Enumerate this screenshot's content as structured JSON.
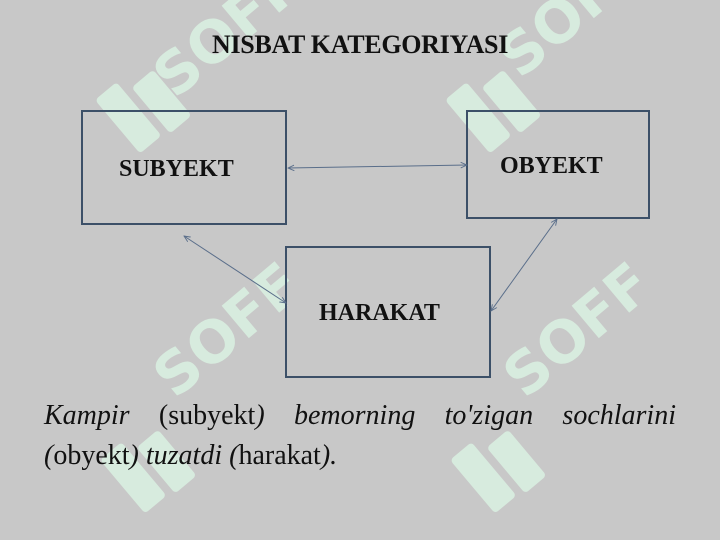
{
  "title": "NISBAT KATEGORIYASI",
  "boxes": {
    "subyekt": "SUBYEKT",
    "obyekt": "OBYEKT",
    "harakat": "HARAKAT"
  },
  "sentence": {
    "s1": "Kampir",
    "s2": " (subyekt",
    "s3": ") bemorning to'zigan sochlarini (",
    "s4": "obyekt",
    "s5": ") tuzatdi (",
    "s6": "harakat",
    "s7": ")."
  },
  "watermark_text": "SOFF",
  "colors": {
    "background": "#c8c8c8",
    "box_border": "#3c5068",
    "arrow": "#5a6e8a",
    "watermark": "#d6f0dc"
  }
}
